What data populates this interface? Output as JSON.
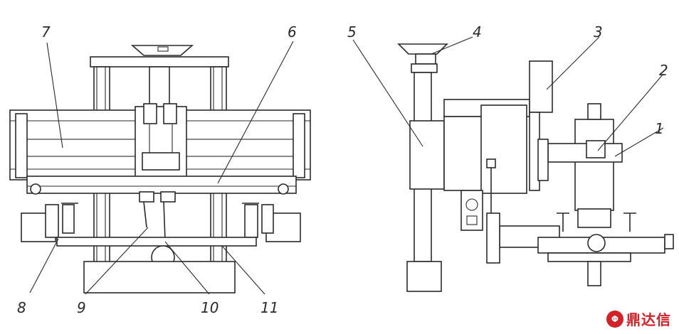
{
  "callouts": [
    "1",
    "2",
    "3",
    "4",
    "5",
    "6",
    "7",
    "8",
    "9",
    "10",
    "11"
  ],
  "watermark": {
    "text": "鼎达信",
    "logo_text": "Φ",
    "color": "#d42027"
  }
}
